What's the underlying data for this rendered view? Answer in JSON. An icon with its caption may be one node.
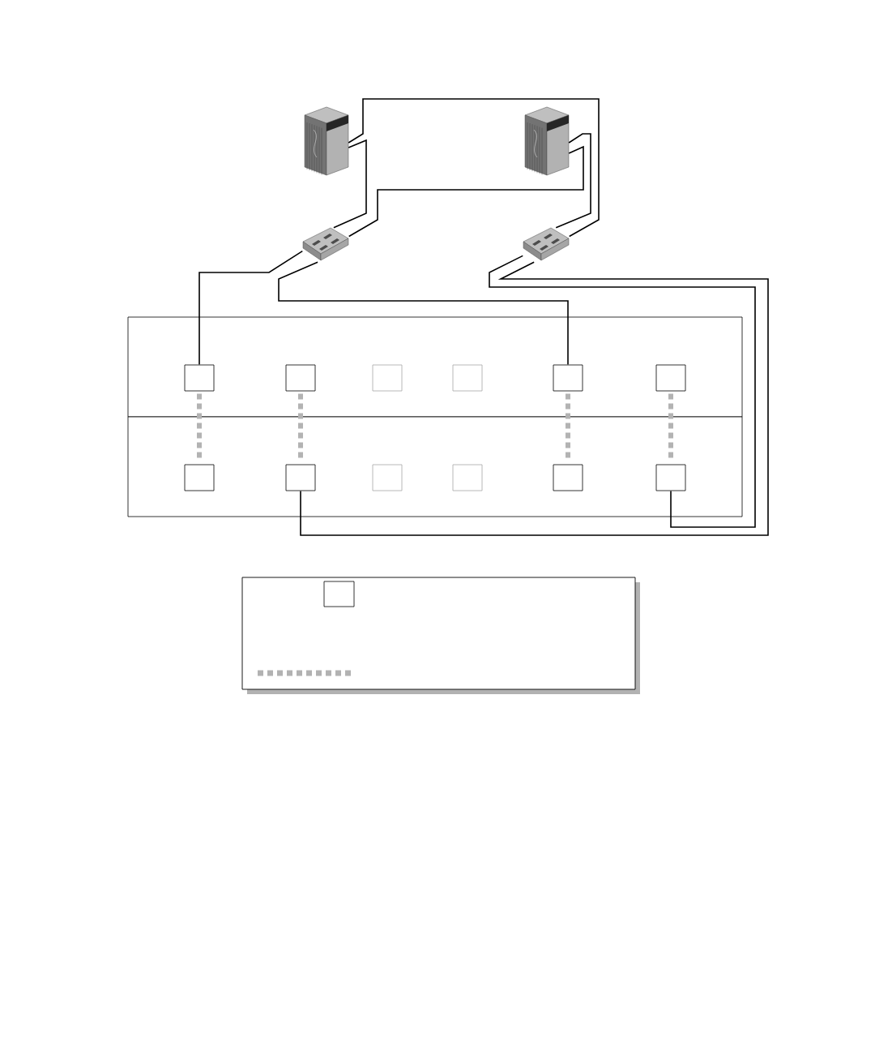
{
  "diagram": {
    "nodes": [
      {
        "text": [],
        "shape": "server"
      },
      {
        "text": [],
        "shape": "server"
      },
      {
        "text": [],
        "shape": "switch"
      },
      {
        "text": [],
        "shape": "switch"
      },
      {
        "text": [],
        "shape": "box"
      },
      {
        "text": [],
        "shape": "box"
      },
      {
        "text": [],
        "shape": "box",
        "in": 4
      },
      {
        "text": [],
        "shape": "box",
        "in": 4
      },
      {
        "text": [],
        "shape": "box",
        "in": 4
      },
      {
        "text": [],
        "shape": "box",
        "in": 4
      },
      {
        "text": [],
        "shape": "box",
        "in": 4
      },
      {
        "text": [],
        "shape": "box",
        "in": 4
      },
      {
        "text": [],
        "shape": "box",
        "in": 5
      },
      {
        "text": [],
        "shape": "box",
        "in": 5
      },
      {
        "text": [],
        "shape": "box",
        "in": 5
      },
      {
        "text": [],
        "shape": "box",
        "in": 5
      },
      {
        "text": [],
        "shape": "box",
        "in": 5
      },
      {
        "text": [],
        "shape": "box",
        "in": 5
      }
    ],
    "edges": [
      {
        "from": 0,
        "to": 2,
        "arrow": "none"
      },
      {
        "from": 0,
        "to": 3,
        "arrow": "none"
      },
      {
        "from": 1,
        "to": 2,
        "arrow": "none"
      },
      {
        "from": 1,
        "to": 3,
        "arrow": "none"
      },
      {
        "from": 2,
        "to": 6,
        "arrow": "none"
      },
      {
        "from": 2,
        "to": 10,
        "arrow": "none"
      },
      {
        "from": 3,
        "to": 13,
        "arrow": "none"
      },
      {
        "from": 3,
        "to": 17,
        "arrow": "none"
      },
      {
        "from": 6,
        "to": 12,
        "arrow": "none",
        "style": "dashed",
        "color": "#b3b3b3"
      },
      {
        "from": 7,
        "to": 13,
        "arrow": "none",
        "style": "dashed",
        "color": "#b3b3b3"
      },
      {
        "from": 10,
        "to": 16,
        "arrow": "none",
        "style": "dashed",
        "color": "#b3b3b3"
      },
      {
        "from": 11,
        "to": 17,
        "arrow": "none",
        "style": "dashed",
        "color": "#b3b3b3"
      }
    ]
  }
}
